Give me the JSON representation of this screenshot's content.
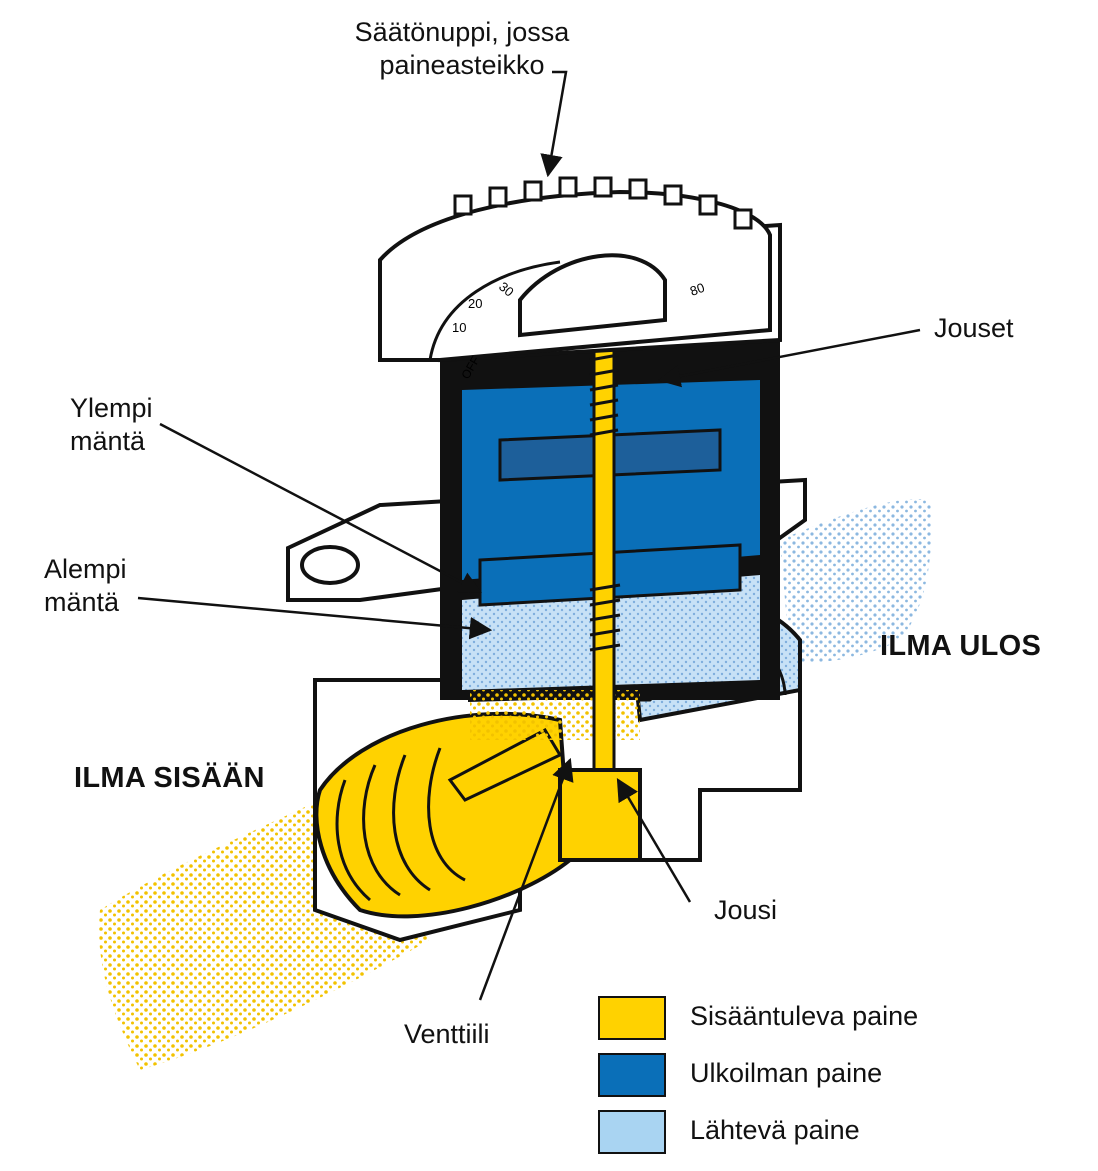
{
  "labels": {
    "knob_line1": "Säätönuppi, jossa",
    "knob_line2": "paineasteikko",
    "springs": "Jouset",
    "upper_piston_line1": "Ylempi",
    "upper_piston_line2": "mäntä",
    "lower_piston_line1": "Alempi",
    "lower_piston_line2": "mäntä",
    "air_out": "ILMA ULOS",
    "air_in": "ILMA SISÄÄN",
    "spring": "Jousi",
    "valve": "Venttiili"
  },
  "dial": {
    "marks": [
      "OFF",
      "10",
      "20",
      "30",
      "80"
    ]
  },
  "legend": [
    {
      "label": "Sisääntuleva paine",
      "color": "#FFD200"
    },
    {
      "label": "Ulkoilman paine",
      "color": "#0A6FB8"
    },
    {
      "label": "Lähtevä paine",
      "color": "#A9D4F2"
    }
  ],
  "colors": {
    "inlet": "#FFD200",
    "ambient": "#0A6FB8",
    "outlet": "#A9D4F2",
    "outline": "#111111"
  }
}
